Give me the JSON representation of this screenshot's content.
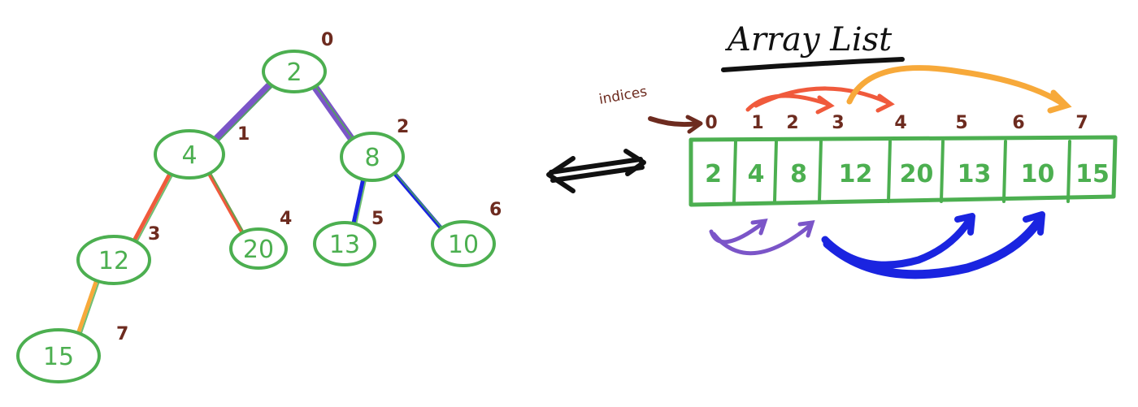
{
  "title": "Array List",
  "indices_label": "indices",
  "colors": {
    "node_stroke": "#4caf50",
    "index_label": "#6d2b1f",
    "purple": "#7b55c8",
    "red": "#f05a3c",
    "blue": "#1a24e0",
    "orange": "#f7a93a",
    "black": "#111111"
  },
  "tree": {
    "nodes": [
      {
        "value": "2",
        "index": "0"
      },
      {
        "value": "4",
        "index": "1"
      },
      {
        "value": "8",
        "index": "2"
      },
      {
        "value": "12",
        "index": "3"
      },
      {
        "value": "20",
        "index": "4"
      },
      {
        "value": "13",
        "index": "5"
      },
      {
        "value": "10",
        "index": "6"
      },
      {
        "value": "15",
        "index": "7"
      }
    ],
    "edges": [
      {
        "from": 0,
        "to": 1,
        "color": "purple"
      },
      {
        "from": 0,
        "to": 2,
        "color": "purple"
      },
      {
        "from": 1,
        "to": 3,
        "color": "red"
      },
      {
        "from": 1,
        "to": 4,
        "color": "red"
      },
      {
        "from": 2,
        "to": 5,
        "color": "blue"
      },
      {
        "from": 2,
        "to": 6,
        "color": "blue"
      },
      {
        "from": 3,
        "to": 7,
        "color": "orange"
      }
    ]
  },
  "array": {
    "indices": [
      "0",
      "1",
      "2",
      "3",
      "4",
      "5",
      "6",
      "7"
    ],
    "values": [
      "2",
      "4",
      "8",
      "12",
      "20",
      "13",
      "10",
      "15"
    ]
  },
  "connector_icon": "double-arrow-icon"
}
